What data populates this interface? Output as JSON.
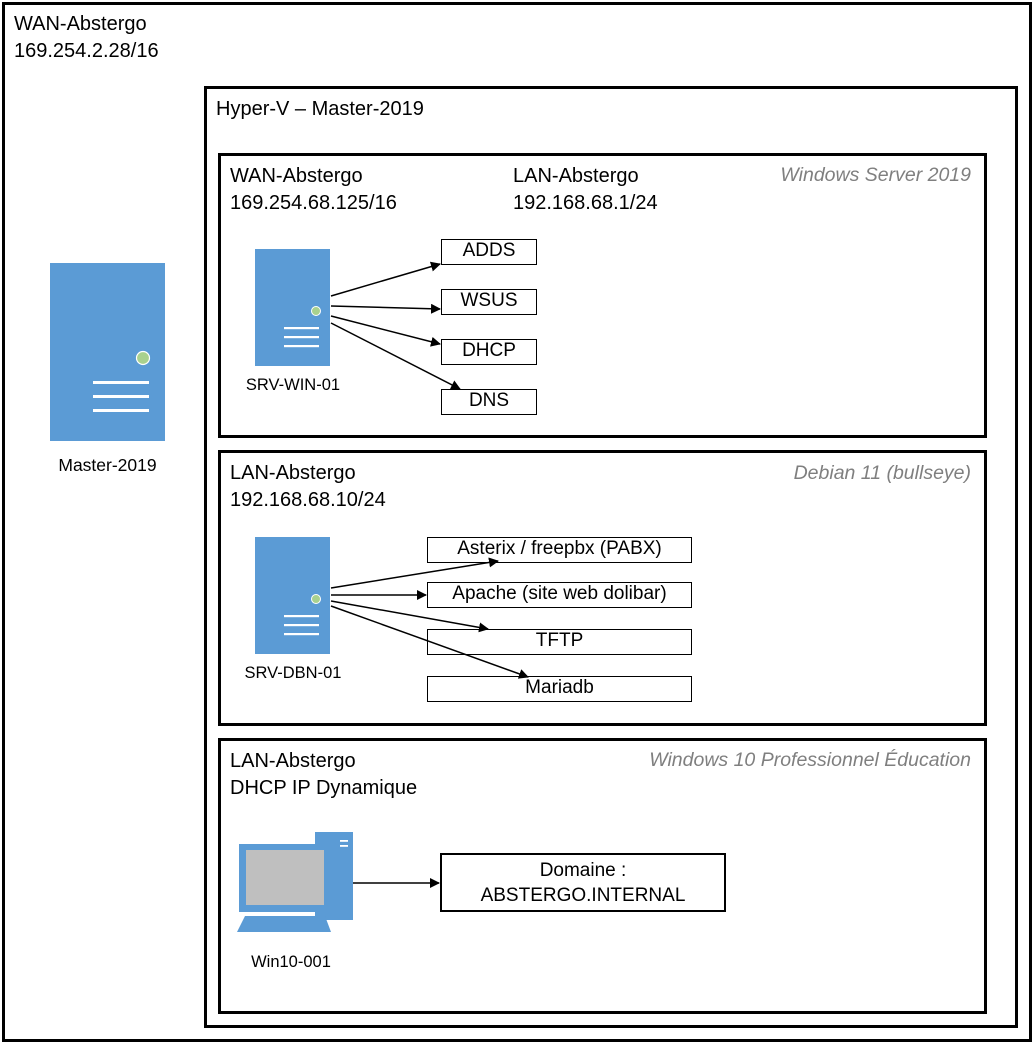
{
  "outer": {
    "network_name": "WAN-Abstergo",
    "network_ip": "169.254.2.28/16"
  },
  "host": {
    "name": "Master-2019"
  },
  "hyperv": {
    "title": "Hyper-V – Master-2019"
  },
  "vm_win_server": {
    "os": "Windows Server 2019",
    "wan_name": "WAN-Abstergo",
    "wan_ip": "169.254.68.125/16",
    "lan_name": "LAN-Abstergo",
    "lan_ip": "192.168.68.1/24",
    "server_name": "SRV-WIN-01",
    "services": [
      "ADDS",
      "WSUS",
      "DHCP",
      "DNS"
    ]
  },
  "vm_debian": {
    "os": "Debian 11 (bullseye)",
    "lan_name": "LAN-Abstergo",
    "lan_ip": "192.168.68.10/24",
    "server_name": "SRV-DBN-01",
    "services": [
      "Asterix / freepbx (PABX)",
      "Apache (site web dolibar)",
      "TFTP",
      "Mariadb"
    ]
  },
  "vm_win10": {
    "os": "Windows 10 Professionnel Éducation",
    "lan_name": "LAN-Abstergo",
    "ip_mode": "DHCP IP Dynamique",
    "computer_name": "Win10-001",
    "domain_label": "Domaine :",
    "domain_value": "ABSTERGO.INTERNAL"
  },
  "colors": {
    "server_blue": "#5b9bd5",
    "led_green": "#a9d18e",
    "os_gray": "#7f7f7f",
    "border": "#000000"
  },
  "icons": {
    "server": "server-tower-icon",
    "workstation": "desktop-computer-icon"
  }
}
